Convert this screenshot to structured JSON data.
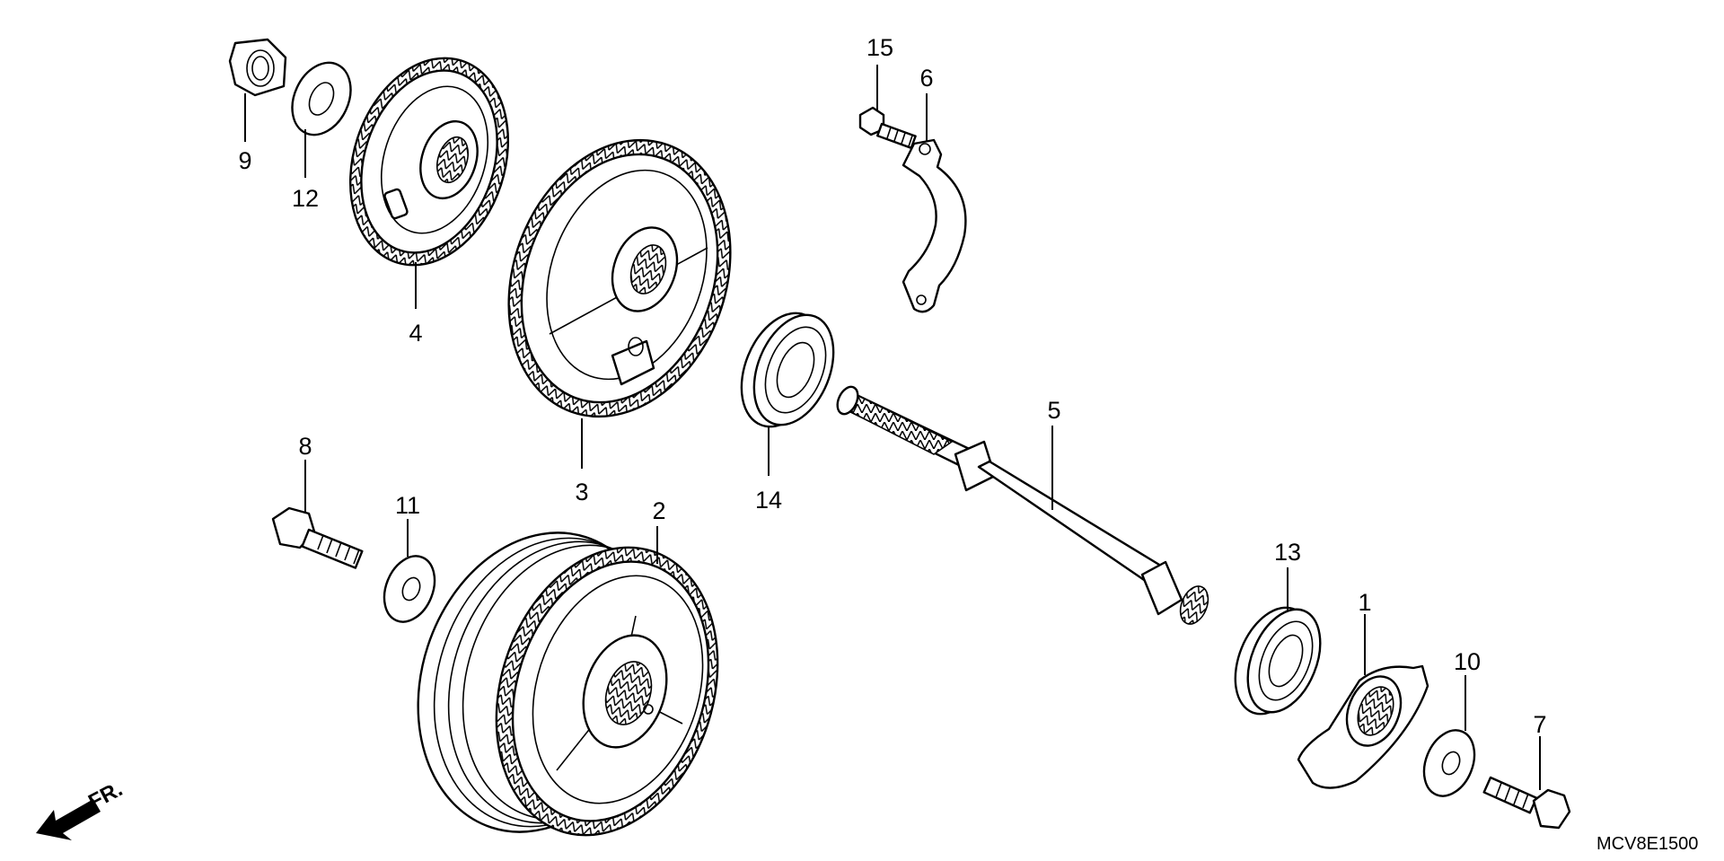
{
  "diagram": {
    "code": "MCV8E1500",
    "direction_label": "FR.",
    "callouts": [
      "1",
      "2",
      "3",
      "4",
      "5",
      "6",
      "7",
      "8",
      "9",
      "10",
      "11",
      "12",
      "13",
      "14",
      "15"
    ]
  }
}
